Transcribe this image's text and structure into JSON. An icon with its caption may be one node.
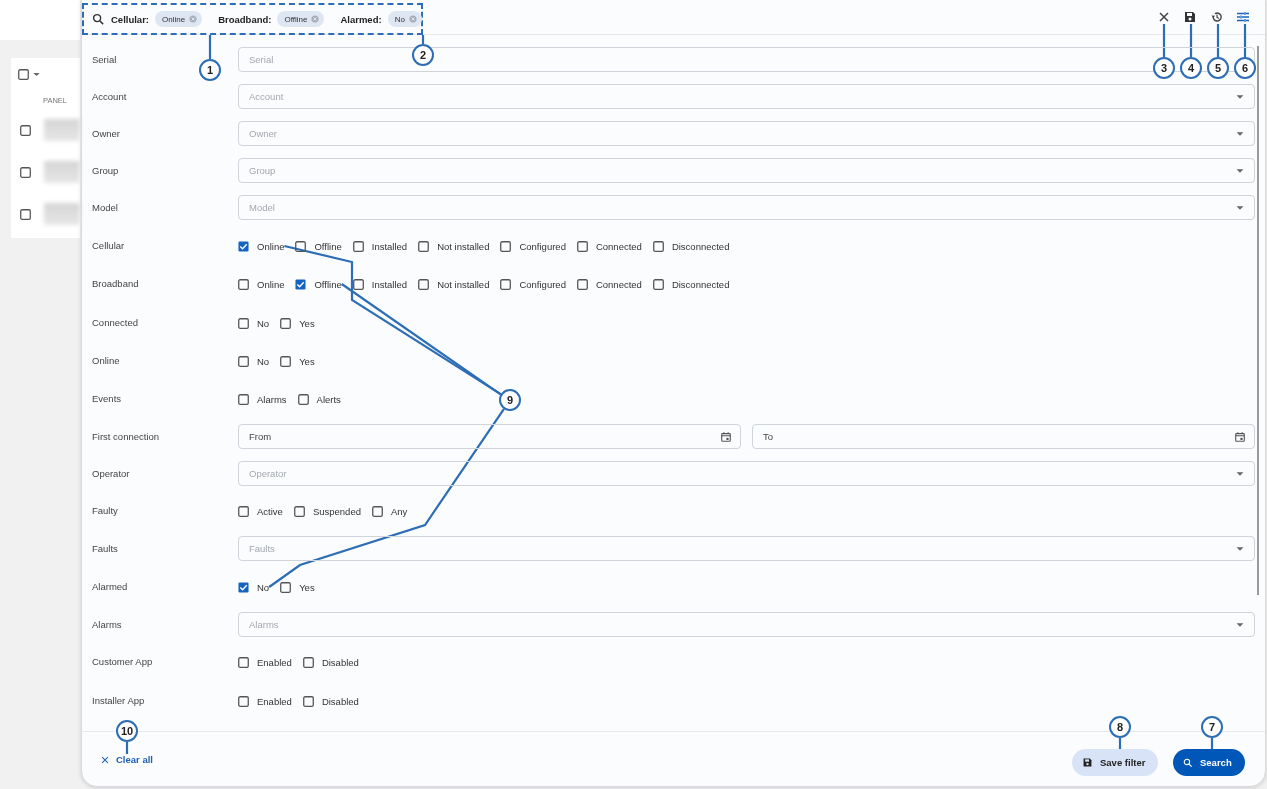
{
  "diagram": {
    "nodes": [
      {
        "text": [
          "Cellular:",
          "Online",
          "Broadband:",
          "Offline",
          "Alarmed:",
          "No"
        ]
      },
      {
        "text": [],
        "shape": "picture"
      },
      {
        "text": [],
        "shape": "picture"
      },
      {
        "text": [],
        "shape": "picture"
      },
      {
        "text": [],
        "shape": "picture"
      },
      {
        "text": [
          "1"
        ]
      },
      {
        "text": [
          "2"
        ]
      },
      {
        "text": [
          "3"
        ]
      },
      {
        "text": [
          "4"
        ]
      },
      {
        "text": [
          "5"
        ]
      },
      {
        "text": [
          "6"
        ]
      },
      {
        "text": [
          "Online"
        ]
      },
      {
        "text": [
          "Offline"
        ]
      },
      {
        "text": [
          "9"
        ]
      },
      {
        "text": [
          "No"
        ]
      },
      {
        "text": [
          "10"
        ]
      },
      {
        "text": [
          "8"
        ]
      },
      {
        "text": [
          "7"
        ]
      },
      {
        "text": [
          "Clear all"
        ]
      },
      {
        "text": [
          "Save filter"
        ]
      },
      {
        "text": [
          "Search"
        ]
      }
    ],
    "edges": [
      {
        "from": 5,
        "to": 0,
        "arrow": "none"
      },
      {
        "from": 6,
        "to": 0,
        "arrow": "none"
      },
      {
        "from": 7,
        "to": 1,
        "arrow": "none"
      },
      {
        "from": 8,
        "to": 2,
        "arrow": "none"
      },
      {
        "from": 9,
        "to": 3,
        "arrow": "none"
      },
      {
        "from": 10,
        "to": 4,
        "arrow": "none"
      },
      {
        "from": 13,
        "to": 11,
        "arrow": "none"
      },
      {
        "from": 13,
        "to": 12,
        "arrow": "none"
      },
      {
        "from": 13,
        "to": 14,
        "arrow": "none"
      },
      {
        "from": 15,
        "to": 18,
        "arrow": "none"
      },
      {
        "from": 16,
        "to": 19,
        "arrow": "none"
      },
      {
        "from": 17,
        "to": 20,
        "arrow": "none"
      }
    ],
    "labels": [
      "PANEL",
      "Serial",
      "Serial",
      "Account",
      "Account",
      "Owner",
      "Owner",
      "Group",
      "Group",
      "Model",
      "Model",
      "Cellular",
      "Offline",
      "Installed",
      "Not installed",
      "Configured",
      "Connected",
      "Disconnected",
      "Broadband",
      "Online",
      "Installed",
      "Not installed",
      "Configured",
      "Connected",
      "Disconnected",
      "Connected",
      "No",
      "Yes",
      "Online",
      "No",
      "Yes",
      "Events",
      "Alarms",
      "Alerts",
      "First connection",
      "From",
      "To",
      "Operator",
      "Operator",
      "Faulty",
      "Active",
      "Suspended",
      "Any",
      "Faults",
      "Faults",
      "Alarmed",
      "Yes",
      "Alarms",
      "Alarms",
      "Customer App",
      "Enabled",
      "Disabled",
      "Installer App",
      "Enabled",
      "Disabled"
    ]
  }
}
